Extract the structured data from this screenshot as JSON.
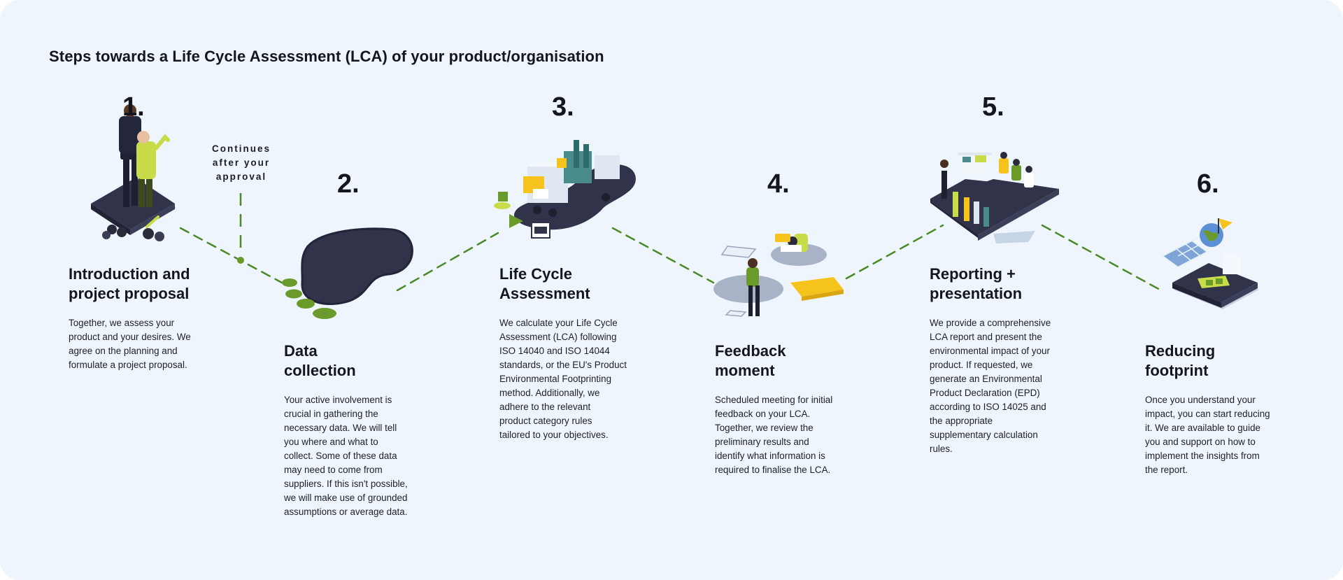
{
  "title": "Steps towards a Life Cycle Assessment (LCA) of your product/organisation",
  "note": "Continues\nafter your\napproval",
  "colors": {
    "background": "#eef5fc",
    "dashed_line": "#4a8a26",
    "platform": "#31334a",
    "yellow": "#f6c21c",
    "green": "#6a9a2a"
  },
  "steps": [
    {
      "number": "1.",
      "heading": "Introduction and\nproject proposal",
      "text": "Together, we assess your\nproduct and your desires. We\nagree on the planning and\nformulate a project proposal.",
      "illustration": "team-on-platform-illustration"
    },
    {
      "number": "2.",
      "heading": "Data\ncollection",
      "text": "Your active involvement is\ncrucial in gathering the\nnecessary data.  We will tell\nyou where and what to\ncollect. Some of these data\nmay need to come from\nsuppliers. If this isn't possible,\nwe will make use of grounded\nassumptions or average data.",
      "illustration": "empty-platform-illustration"
    },
    {
      "number": "3.",
      "heading": "Life Cycle\nAssessment",
      "text": "We calculate your Life Cycle\nAssessment (LCA) following\nISO 14040 and ISO 14044\nstandards, or the EU's Product\nEnvironmental Footprinting\nmethod. Additionally, we\nadhere to the relevant\nproduct category rules\ntailored to your objectives.",
      "illustration": "factory-logistics-illustration"
    },
    {
      "number": "4.",
      "heading": "Feedback\nmoment",
      "text": "Scheduled meeting for initial\nfeedback on your LCA.\nTogether, we review the\npreliminary results and\nidentify what information is\nrequired to finalise the LCA.",
      "illustration": "feedback-meeting-illustration"
    },
    {
      "number": "5.",
      "heading": "Reporting +\npresentation",
      "text": "We provide a comprehensive\nLCA report and present the\nenvironmental impact of your\nproduct. If requested, we\ngenerate an Environmental\nProduct Declaration (EPD)\naccording to ISO 14025 and\nthe appropriate\nsupplementary calculation\nrules.",
      "illustration": "presentation-illustration"
    },
    {
      "number": "6.",
      "heading": "Reducing\nfootprint",
      "text": "Once you understand your\nimpact, you can start reducing\nit. We are available to guide\nyou and support on how to\nimplement the insights from\nthe report.",
      "illustration": "solar-globe-illustration"
    }
  ]
}
